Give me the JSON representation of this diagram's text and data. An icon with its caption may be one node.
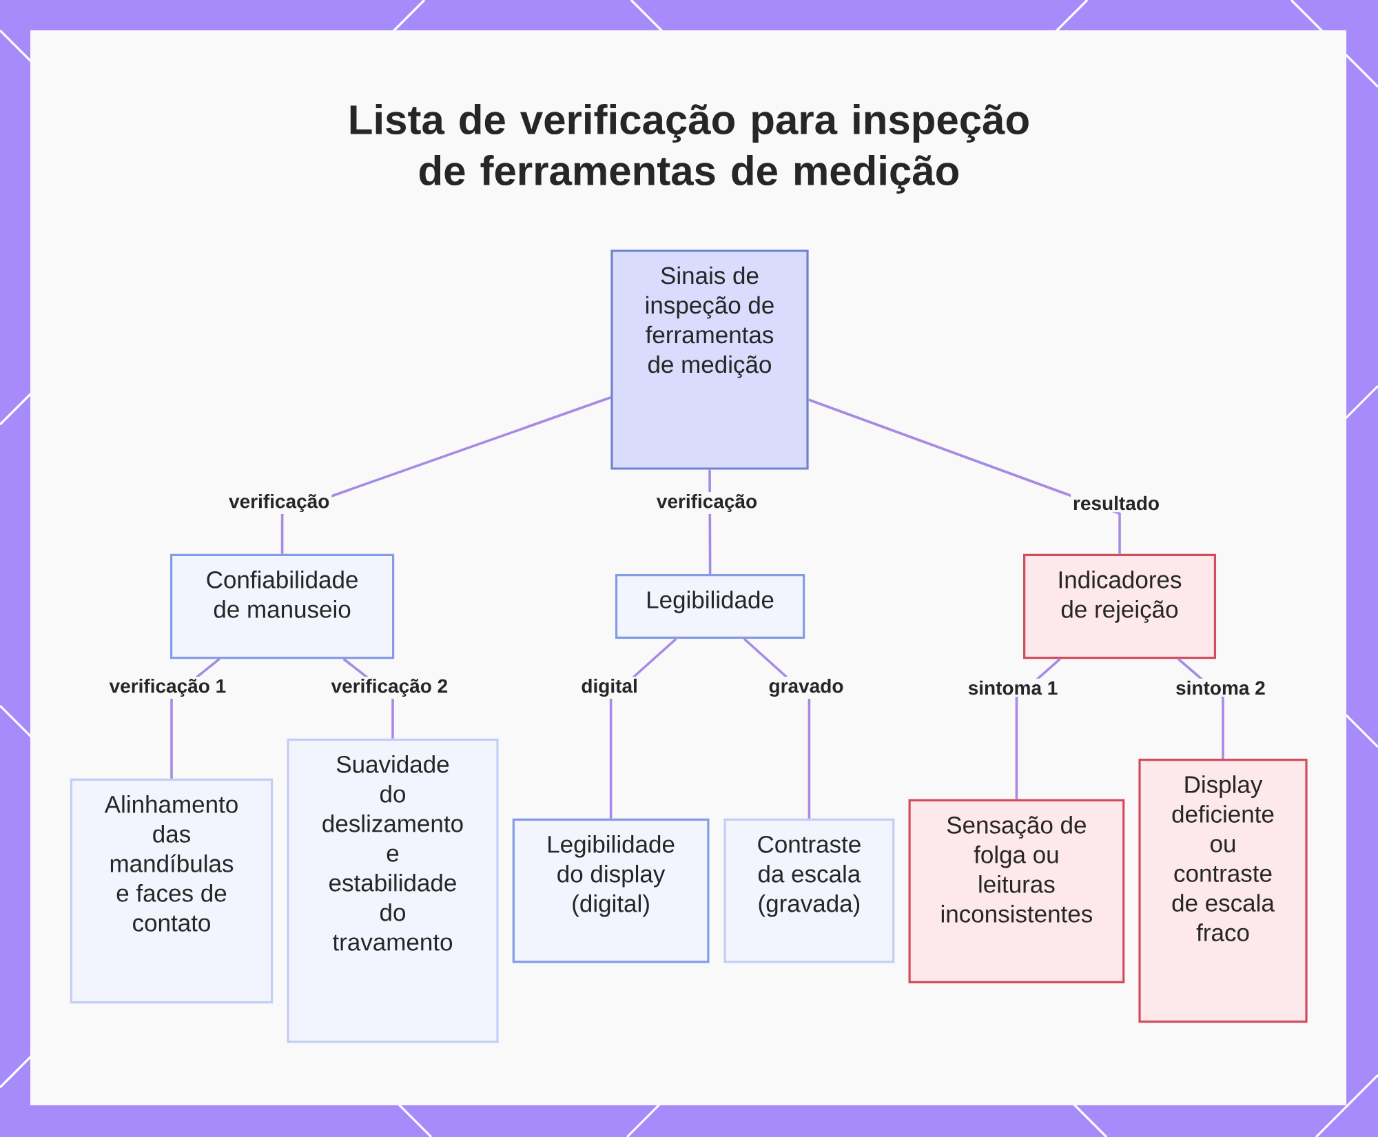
{
  "diagram": {
    "title": "Lista de verificação para inspeção de ferramentas de medição",
    "nodes": [
      {
        "text": [
          "Sinais de inspeção de ferramentas de medição"
        ]
      },
      {
        "text": [
          "Confiabilidade de manuseio"
        ]
      },
      {
        "text": [
          "Legibilidade"
        ]
      },
      {
        "text": [
          "Indicadores de rejeição"
        ]
      },
      {
        "text": [
          "Alinhamento das mandíbulas e faces de contato"
        ]
      },
      {
        "text": [
          "Suavidade do deslizamento e estabilidade do travamento"
        ]
      },
      {
        "text": [
          "Legibilidade do display (digital)"
        ]
      },
      {
        "text": [
          "Contraste da escala (gravada)"
        ]
      },
      {
        "text": [
          "Sensação de folga ou leituras inconsistentes"
        ]
      },
      {
        "text": [
          "Display deficiente ou contraste de escala fraco"
        ]
      }
    ],
    "edges": [
      {
        "from": 0,
        "to": 1,
        "arrow": "none",
        "label": "verificação"
      },
      {
        "from": 0,
        "to": 2,
        "arrow": "none",
        "label": "verificação"
      },
      {
        "from": 0,
        "to": 3,
        "arrow": "none",
        "label": "resultado"
      },
      {
        "from": 1,
        "to": 4,
        "arrow": "none",
        "label": "verificação 1"
      },
      {
        "from": 1,
        "to": 5,
        "arrow": "none",
        "label": "verificação 2"
      },
      {
        "from": 2,
        "to": 6,
        "arrow": "none",
        "label": "digital"
      },
      {
        "from": 2,
        "to": 7,
        "arrow": "none",
        "label": "gravado"
      },
      {
        "from": 3,
        "to": 8,
        "arrow": "none",
        "label": "sintoma 1"
      },
      {
        "from": 3,
        "to": 9,
        "arrow": "none",
        "label": "sintoma 2"
      }
    ]
  }
}
